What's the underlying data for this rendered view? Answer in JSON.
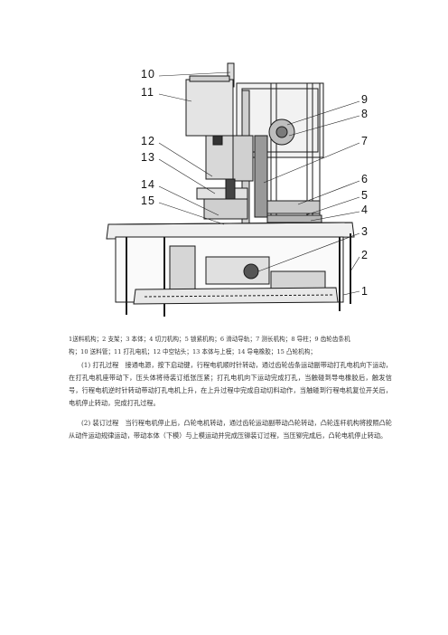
{
  "figure": {
    "callouts": [
      "10",
      "11",
      "12",
      "13",
      "14",
      "15",
      "9",
      "8",
      "7",
      "6",
      "5",
      "4",
      "3",
      "2",
      "1"
    ]
  },
  "caption": {
    "line1": "1送料机构；2 支架；3 本体；4 切刀机构；5 锁紧机构；6 滑动导轨；7 测长机构；8 导柱；9 齿轮齿条机",
    "line2": "构；10 送料管；11 打孔电机；12 中空钻头；13 本体与上模；14 导电橡胶；15 凸轮机构；"
  },
  "paragraphs": [
    "(1) 打孔过程　接通电源，按下启动键，行程电机顺时针转动，通过齿轮齿条运动副带动打孔电机向下运动，在打孔电机座带动下，压头体将待装订纸张压紧；打孔电机向下运动完成打孔，当触碰到导电橡胶后，触发信号，行程电机逆时针转动带动打孔电机上升，在上升过程中完成自动切料动作，当触碰到行程电机复位开关后，电机停止转动，完成打孔过程。",
    "(2) 装订过程　当行程电机停止后，凸轮电机转动，通过齿轮运动副带动凸轮转动，凸轮连杆机构将按照凸轮从动件运动规律运动，带动本体（下模）与上模运动并完成压铆装订过程，当压铆完成后，凸轮电机停止转动。"
  ]
}
